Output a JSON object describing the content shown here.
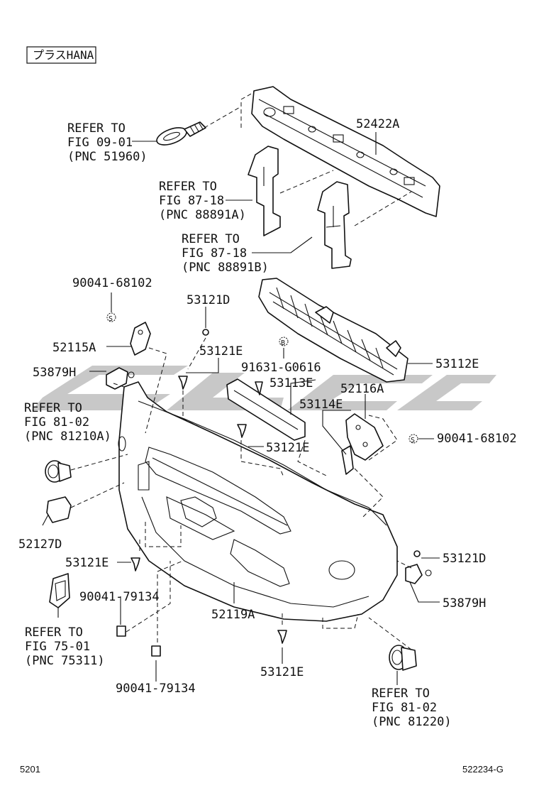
{
  "header_tag": "プラスHANA",
  "footer": {
    "left_code": "5201",
    "right_code": "522234-G"
  },
  "watermark_color": "#9a9a9a",
  "callouts": {
    "p52422A": "52422A",
    "ref_fig0901": [
      "REFER TO",
      "FIG 09-01",
      "(PNC 51960)"
    ],
    "ref_fig8718a": [
      "REFER TO",
      "FIG 87-18",
      "(PNC 88891A)"
    ],
    "ref_fig8718b": [
      "REFER TO",
      "FIG 87-18",
      "(PNC 88891B)"
    ],
    "p90041_68102_top": "90041-68102",
    "p53121D_top": "53121D",
    "p52115A": "52115A",
    "p53121E_a": "53121E",
    "p53879H_left": "53879H",
    "p91631": "91631-G0616",
    "p53113E": "53113E",
    "p53112E": "53112E",
    "p52116A": "52116A",
    "p53114E": "53114E",
    "ref_fig8102a": [
      "REFER TO",
      "FIG 81-02",
      "(PNC 81210A)"
    ],
    "p90041_68102_right": "90041-68102",
    "p53121E_b": "53121E",
    "p52127D": "52127D",
    "p53121E_c": "53121E",
    "p53121D_right": "53121D",
    "p90041_79134_a": "90041-79134",
    "p52119A": "52119A",
    "p53879H_right": "53879H",
    "ref_fig7501": [
      "REFER TO",
      "FIG 75-01",
      "(PNC 75311)"
    ],
    "p53121E_d": "53121E",
    "p90041_79134_b": "90041-79134",
    "ref_fig8102b": [
      "REFER TO",
      "FIG 81-02",
      "(PNC 81220)"
    ]
  },
  "markers": {
    "s_symbol": "S",
    "b_symbol": "B"
  }
}
